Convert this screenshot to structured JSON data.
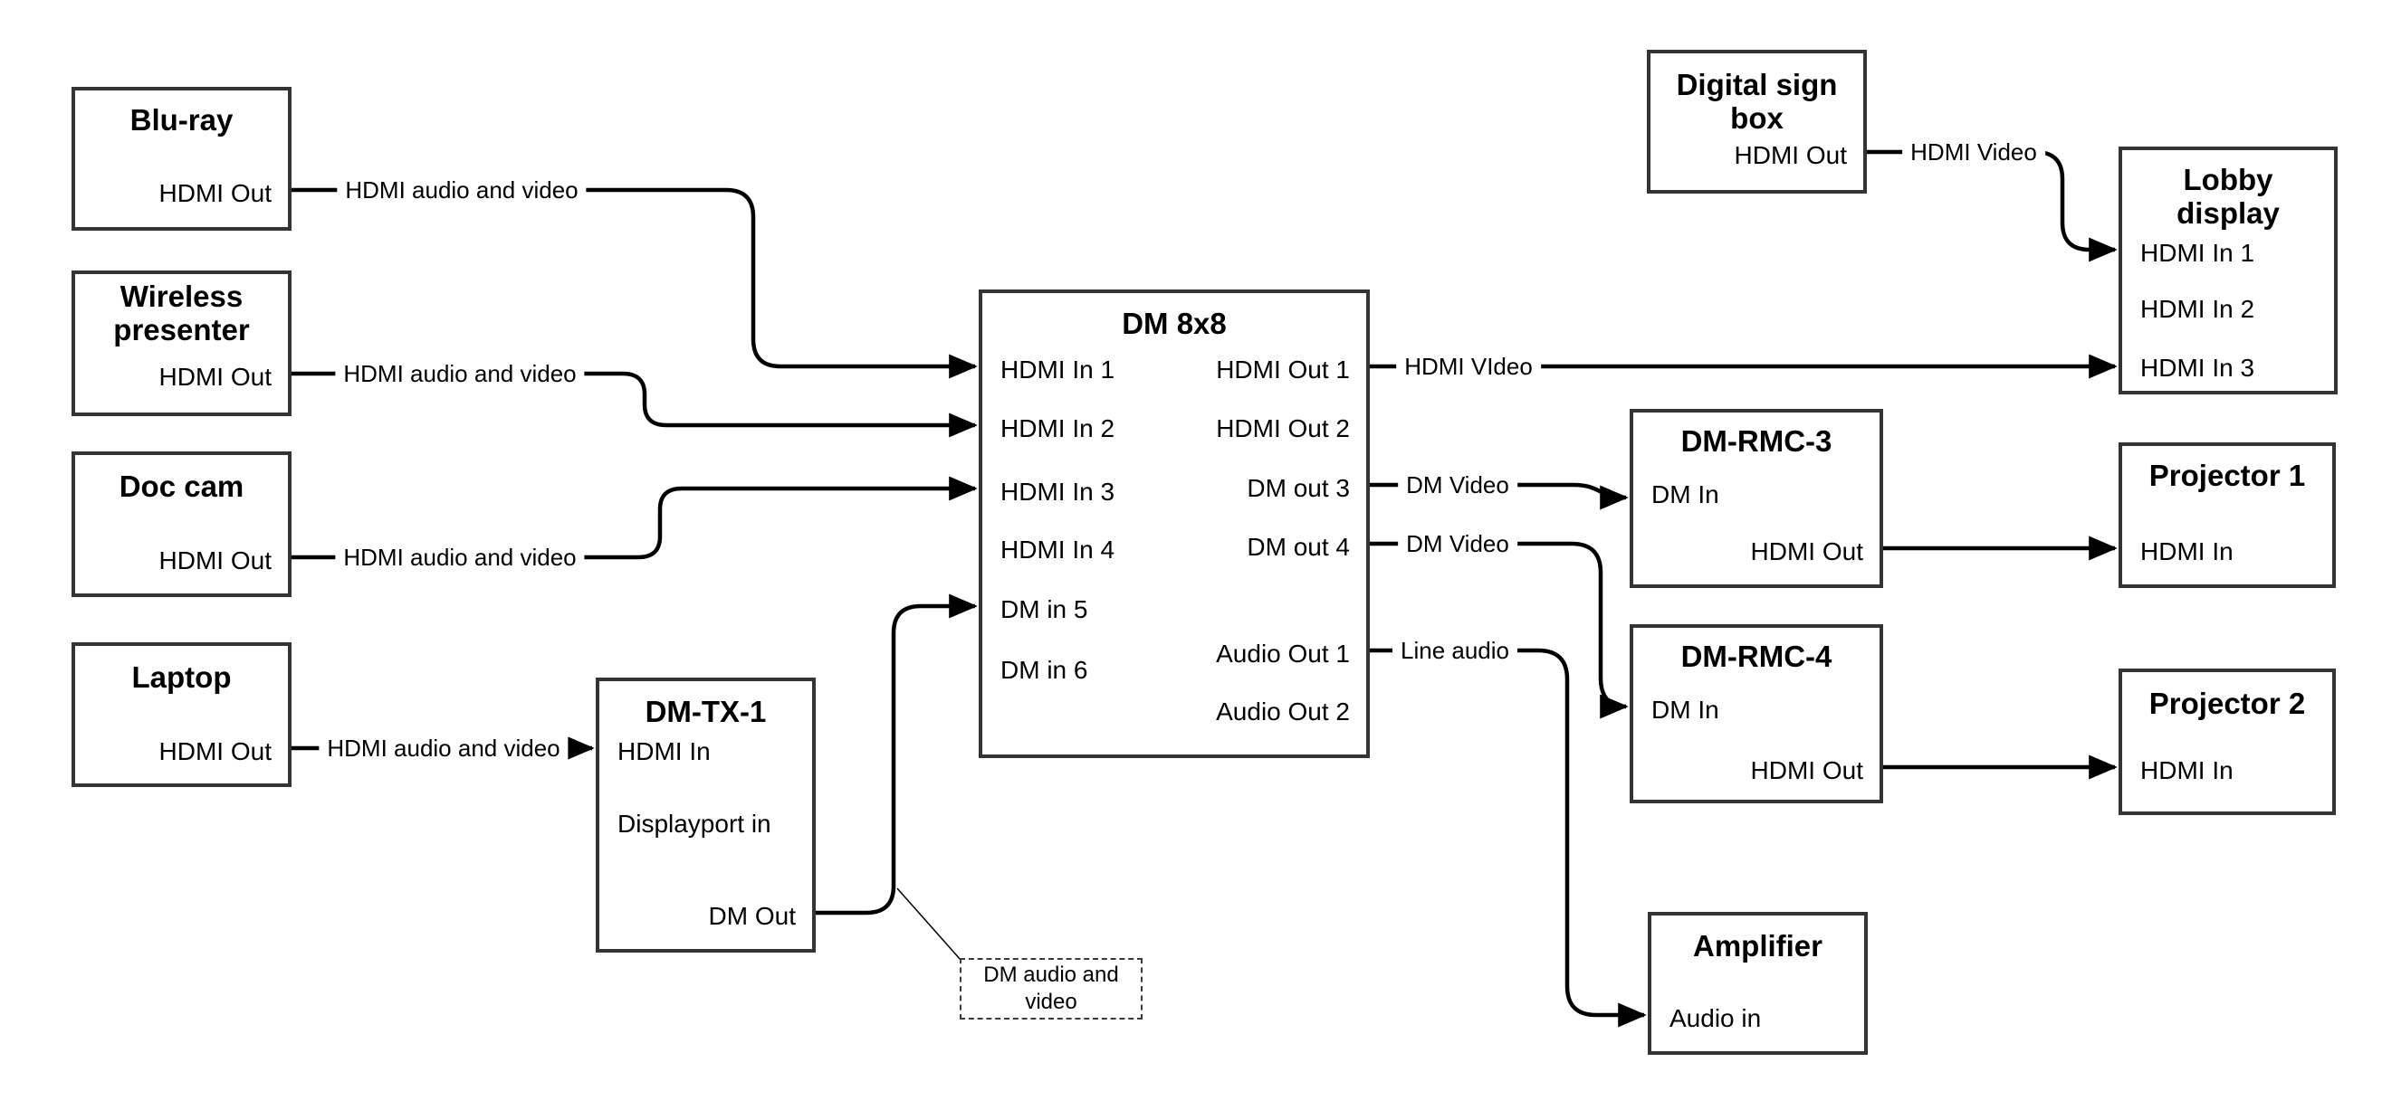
{
  "diagram": {
    "colors": {
      "line": "#000000",
      "box_border": "#343434",
      "background": "#ffffff",
      "text": "#000000"
    },
    "nodes": {
      "bluray": {
        "title": "Blu-ray",
        "ports": {
          "hdmi_out": "HDMI Out"
        }
      },
      "wireless": {
        "title": "Wireless presenter",
        "ports": {
          "hdmi_out": "HDMI Out"
        }
      },
      "doccam": {
        "title": "Doc cam",
        "ports": {
          "hdmi_out": "HDMI Out"
        }
      },
      "laptop": {
        "title": "Laptop",
        "ports": {
          "hdmi_out": "HDMI Out"
        }
      },
      "dmtx1": {
        "title": "DM-TX-1",
        "ports": {
          "hdmi_in": "HDMI In",
          "dp_in": "Displayport in",
          "dm_out": "DM Out"
        }
      },
      "dm8x8": {
        "title": "DM 8x8",
        "ports": {
          "in1": "HDMI In 1",
          "in2": "HDMI In 2",
          "in3": "HDMI In 3",
          "in4": "HDMI In 4",
          "in5": "DM in 5",
          "in6": "DM in 6",
          "out1": "HDMI Out 1",
          "out2": "HDMI Out 2",
          "out3": "DM out 3",
          "out4": "DM out 4",
          "aout1": "Audio Out 1",
          "aout2": "Audio Out 2"
        }
      },
      "digital_sign": {
        "title": "Digital sign box",
        "ports": {
          "hdmi_out": "HDMI Out"
        }
      },
      "lobby": {
        "title": "Lobby display",
        "ports": {
          "in1": "HDMI In 1",
          "in2": "HDMI In 2",
          "in3": "HDMI In 3"
        }
      },
      "dmrmc3": {
        "title": "DM-RMC-3",
        "ports": {
          "dm_in": "DM In",
          "hdmi_out": "HDMI Out"
        }
      },
      "proj1": {
        "title": "Projector 1",
        "ports": {
          "hdmi_in": "HDMI In"
        }
      },
      "dmrmc4": {
        "title": "DM-RMC-4",
        "ports": {
          "dm_in": "DM In",
          "hdmi_out": "HDMI Out"
        }
      },
      "proj2": {
        "title": "Projector 2",
        "ports": {
          "hdmi_in": "HDMI In"
        }
      },
      "amplifier": {
        "title": "Amplifier",
        "ports": {
          "audio_in": "Audio in"
        }
      }
    },
    "edge_labels": {
      "bluray_dm8x8": "HDMI audio and video",
      "wireless_dm8x8": "HDMI audio and video",
      "doccam_dm8x8": "HDMI audio and video",
      "laptop_dmtx1": "HDMI audio and video",
      "out1_lobby": "HDMI VIdeo",
      "out3_rmc3": "DM Video",
      "out4_rmc4": "DM Video",
      "aout1_amp": "Line audio",
      "sign_lobby": "HDMI Video",
      "tx_dm8x8_callout": "DM audio and video"
    }
  }
}
